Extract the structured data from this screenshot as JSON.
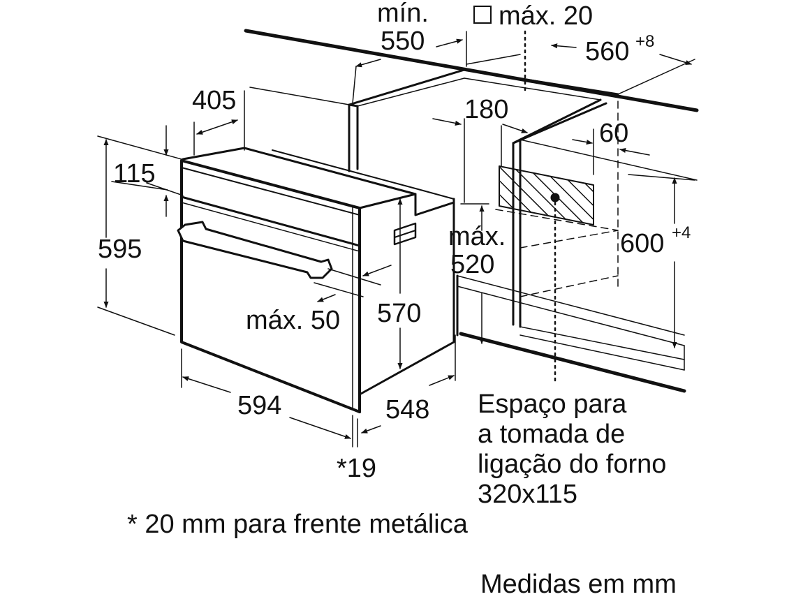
{
  "dimensions": {
    "min_label": "mín.",
    "min_depth": "550",
    "max_gap": "máx. 20",
    "niche_width": "560",
    "niche_width_tol": "+8",
    "oven_depth_upper": "405",
    "dim_180": "180",
    "dim_60": "60",
    "dim_115": "115",
    "oven_height": "595",
    "max_520_line1": "máx.",
    "max_520_line2": "520",
    "niche_height": "600",
    "niche_height_tol": "+4",
    "max_50": "máx. 50",
    "body_height": "570",
    "oven_width": "594",
    "body_width": "548",
    "front_19": "*19"
  },
  "socket_note": {
    "lines": [
      "Espaço para",
      "a tomada de",
      "ligação do forno",
      "320x115"
    ]
  },
  "footnote": "* 20 mm para frente metálica",
  "units_note": "Medidas em mm",
  "colors": {
    "ink": "#111111",
    "background": "#ffffff"
  }
}
